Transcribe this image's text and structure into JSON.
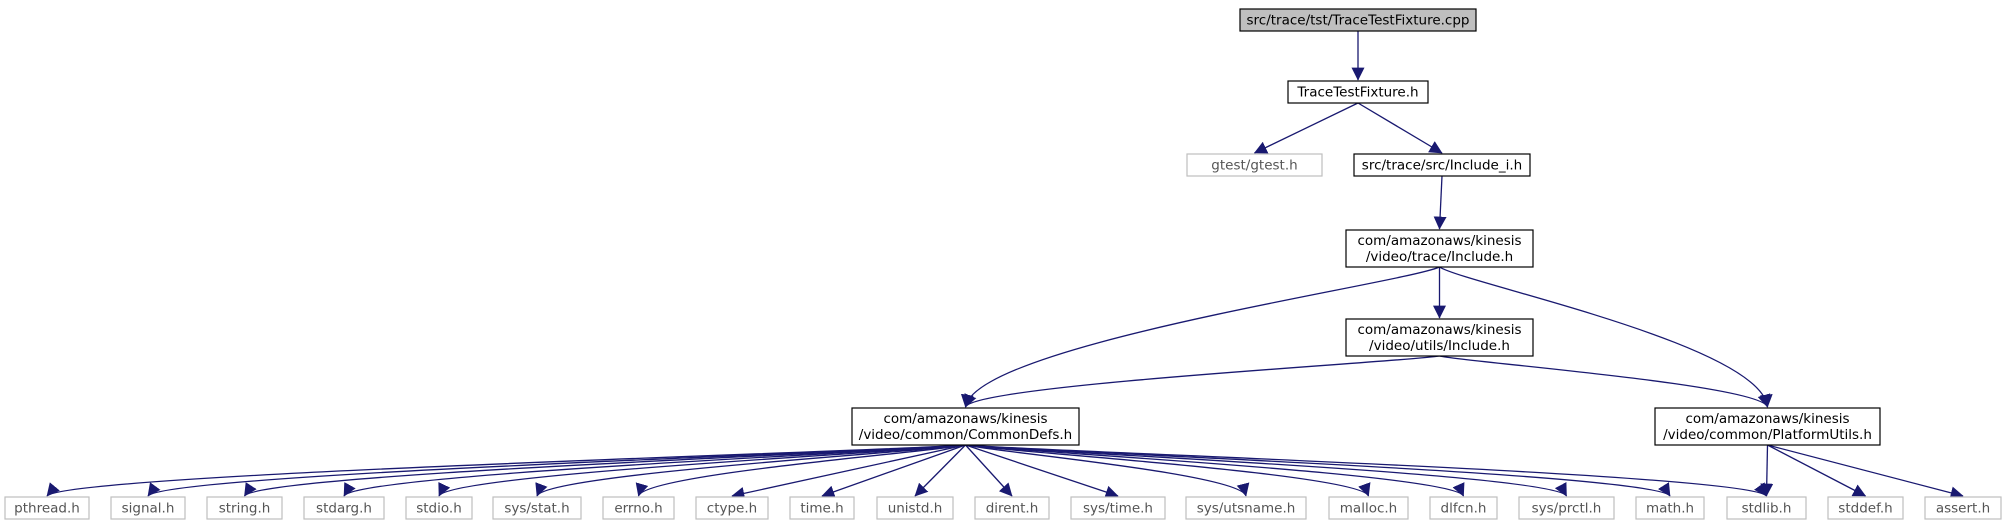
{
  "colors": {
    "edge": "#191970",
    "node_border": "#000000",
    "external_border": "#bfbfbf",
    "root_fill": "#bfbfbf",
    "node_fill": "#ffffff"
  },
  "nodes": [
    {
      "id": "root",
      "lines": [
        "src/trace/tst/TraceTestFixture.cpp"
      ],
      "kind": "root"
    },
    {
      "id": "fixture_h",
      "lines": [
        "TraceTestFixture.h"
      ],
      "kind": "internal"
    },
    {
      "id": "gtest",
      "lines": [
        "gtest/gtest.h"
      ],
      "kind": "external"
    },
    {
      "id": "include_i",
      "lines": [
        "src/trace/src/Include_i.h"
      ],
      "kind": "internal"
    },
    {
      "id": "trace_include",
      "lines": [
        "com/amazonaws/kinesis",
        "/video/trace/Include.h"
      ],
      "kind": "internal"
    },
    {
      "id": "utils_include",
      "lines": [
        "com/amazonaws/kinesis",
        "/video/utils/Include.h"
      ],
      "kind": "internal"
    },
    {
      "id": "commondefs",
      "lines": [
        "com/amazonaws/kinesis",
        "/video/common/CommonDefs.h"
      ],
      "kind": "internal"
    },
    {
      "id": "platformutils",
      "lines": [
        "com/amazonaws/kinesis",
        "/video/common/PlatformUtils.h"
      ],
      "kind": "internal"
    },
    {
      "id": "pthread",
      "lines": [
        "pthread.h"
      ],
      "kind": "external"
    },
    {
      "id": "signal",
      "lines": [
        "signal.h"
      ],
      "kind": "external"
    },
    {
      "id": "string",
      "lines": [
        "string.h"
      ],
      "kind": "external"
    },
    {
      "id": "stdarg",
      "lines": [
        "stdarg.h"
      ],
      "kind": "external"
    },
    {
      "id": "stdio",
      "lines": [
        "stdio.h"
      ],
      "kind": "external"
    },
    {
      "id": "sys_stat",
      "lines": [
        "sys/stat.h"
      ],
      "kind": "external"
    },
    {
      "id": "errno",
      "lines": [
        "errno.h"
      ],
      "kind": "external"
    },
    {
      "id": "ctype",
      "lines": [
        "ctype.h"
      ],
      "kind": "external"
    },
    {
      "id": "time",
      "lines": [
        "time.h"
      ],
      "kind": "external"
    },
    {
      "id": "unistd",
      "lines": [
        "unistd.h"
      ],
      "kind": "external"
    },
    {
      "id": "dirent",
      "lines": [
        "dirent.h"
      ],
      "kind": "external"
    },
    {
      "id": "sys_time",
      "lines": [
        "sys/time.h"
      ],
      "kind": "external"
    },
    {
      "id": "sys_utsname",
      "lines": [
        "sys/utsname.h"
      ],
      "kind": "external"
    },
    {
      "id": "malloc",
      "lines": [
        "malloc.h"
      ],
      "kind": "external"
    },
    {
      "id": "dlfcn",
      "lines": [
        "dlfcn.h"
      ],
      "kind": "external"
    },
    {
      "id": "sys_prctl",
      "lines": [
        "sys/prctl.h"
      ],
      "kind": "external"
    },
    {
      "id": "math",
      "lines": [
        "math.h"
      ],
      "kind": "external"
    },
    {
      "id": "stdlib",
      "lines": [
        "stdlib.h"
      ],
      "kind": "external"
    },
    {
      "id": "stddef",
      "lines": [
        "stddef.h"
      ],
      "kind": "external"
    },
    {
      "id": "assert",
      "lines": [
        "assert.h"
      ],
      "kind": "external"
    }
  ],
  "edges": [
    [
      "root",
      "fixture_h"
    ],
    [
      "fixture_h",
      "gtest"
    ],
    [
      "fixture_h",
      "include_i"
    ],
    [
      "include_i",
      "trace_include"
    ],
    [
      "trace_include",
      "utils_include"
    ],
    [
      "trace_include",
      "commondefs"
    ],
    [
      "trace_include",
      "platformutils"
    ],
    [
      "utils_include",
      "commondefs"
    ],
    [
      "utils_include",
      "platformutils"
    ],
    [
      "commondefs",
      "pthread"
    ],
    [
      "commondefs",
      "signal"
    ],
    [
      "commondefs",
      "string"
    ],
    [
      "commondefs",
      "stdarg"
    ],
    [
      "commondefs",
      "stdio"
    ],
    [
      "commondefs",
      "sys_stat"
    ],
    [
      "commondefs",
      "errno"
    ],
    [
      "commondefs",
      "ctype"
    ],
    [
      "commondefs",
      "time"
    ],
    [
      "commondefs",
      "unistd"
    ],
    [
      "commondefs",
      "dirent"
    ],
    [
      "commondefs",
      "sys_time"
    ],
    [
      "commondefs",
      "sys_utsname"
    ],
    [
      "commondefs",
      "malloc"
    ],
    [
      "commondefs",
      "dlfcn"
    ],
    [
      "commondefs",
      "sys_prctl"
    ],
    [
      "commondefs",
      "math"
    ],
    [
      "commondefs",
      "stdlib"
    ],
    [
      "platformutils",
      "stdlib"
    ],
    [
      "platformutils",
      "stddef"
    ],
    [
      "platformutils",
      "assert"
    ]
  ]
}
